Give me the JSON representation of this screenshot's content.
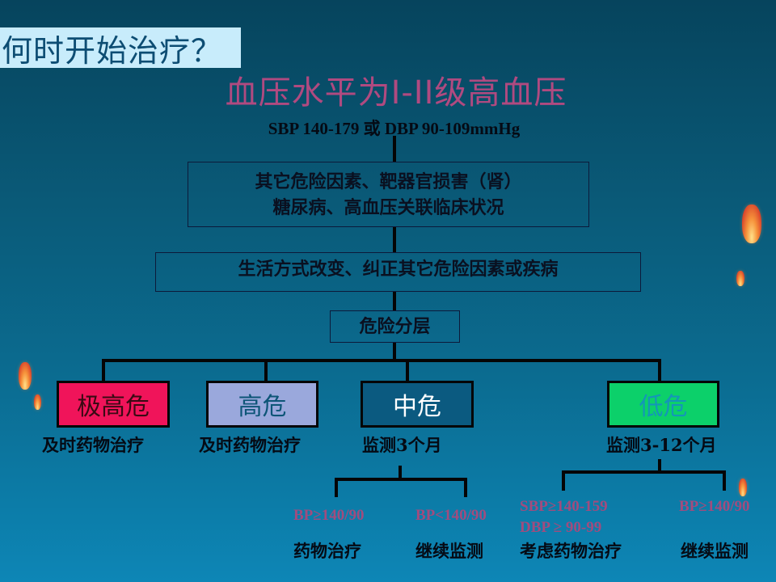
{
  "slide": {
    "title": "何时开始治疗？",
    "heading": "血压水平为I-II级高血压",
    "criteria": "SBP 140-179 或 DBP 90-109mmHg"
  },
  "flow": {
    "step1": {
      "line1": "其它危险因素、靶器官损害（肾）",
      "line2": "糖尿病、高血压关联临床状况"
    },
    "step2": {
      "text": "生活方式改变、纠正其它危险因素或疾病"
    },
    "step3": {
      "text": "危险分层"
    }
  },
  "risk_levels": [
    {
      "label": "极高危",
      "action": "及时药物治疗",
      "bg": "#f0145a",
      "fg": "#3a0a14"
    },
    {
      "label": "高危",
      "action": "及时药物治疗",
      "bg": "#9aa8dc",
      "fg": "#0d5577"
    },
    {
      "label": "中危",
      "action": "监测3个月",
      "bg": "#0b5a80",
      "fg": "#ffffff"
    },
    {
      "label": "低危",
      "action": "监测3-12个月",
      "bg": "#0cd06a",
      "fg": "#1496b8"
    }
  ],
  "medium_branches": [
    {
      "condition": "BP≥140/90",
      "result": "药物治疗"
    },
    {
      "condition": "BP<140/90",
      "result": "继续监测"
    }
  ],
  "low_branches": [
    {
      "condition_line1": "SBP≥140-159",
      "condition_line2": "DBP ≥ 90-99",
      "result": "考虑药物治疗"
    },
    {
      "condition": "BP≥140/90",
      "result": "继续监测"
    }
  ],
  "decor": {
    "icon": "lantern-icon",
    "color": "#f6923a"
  }
}
